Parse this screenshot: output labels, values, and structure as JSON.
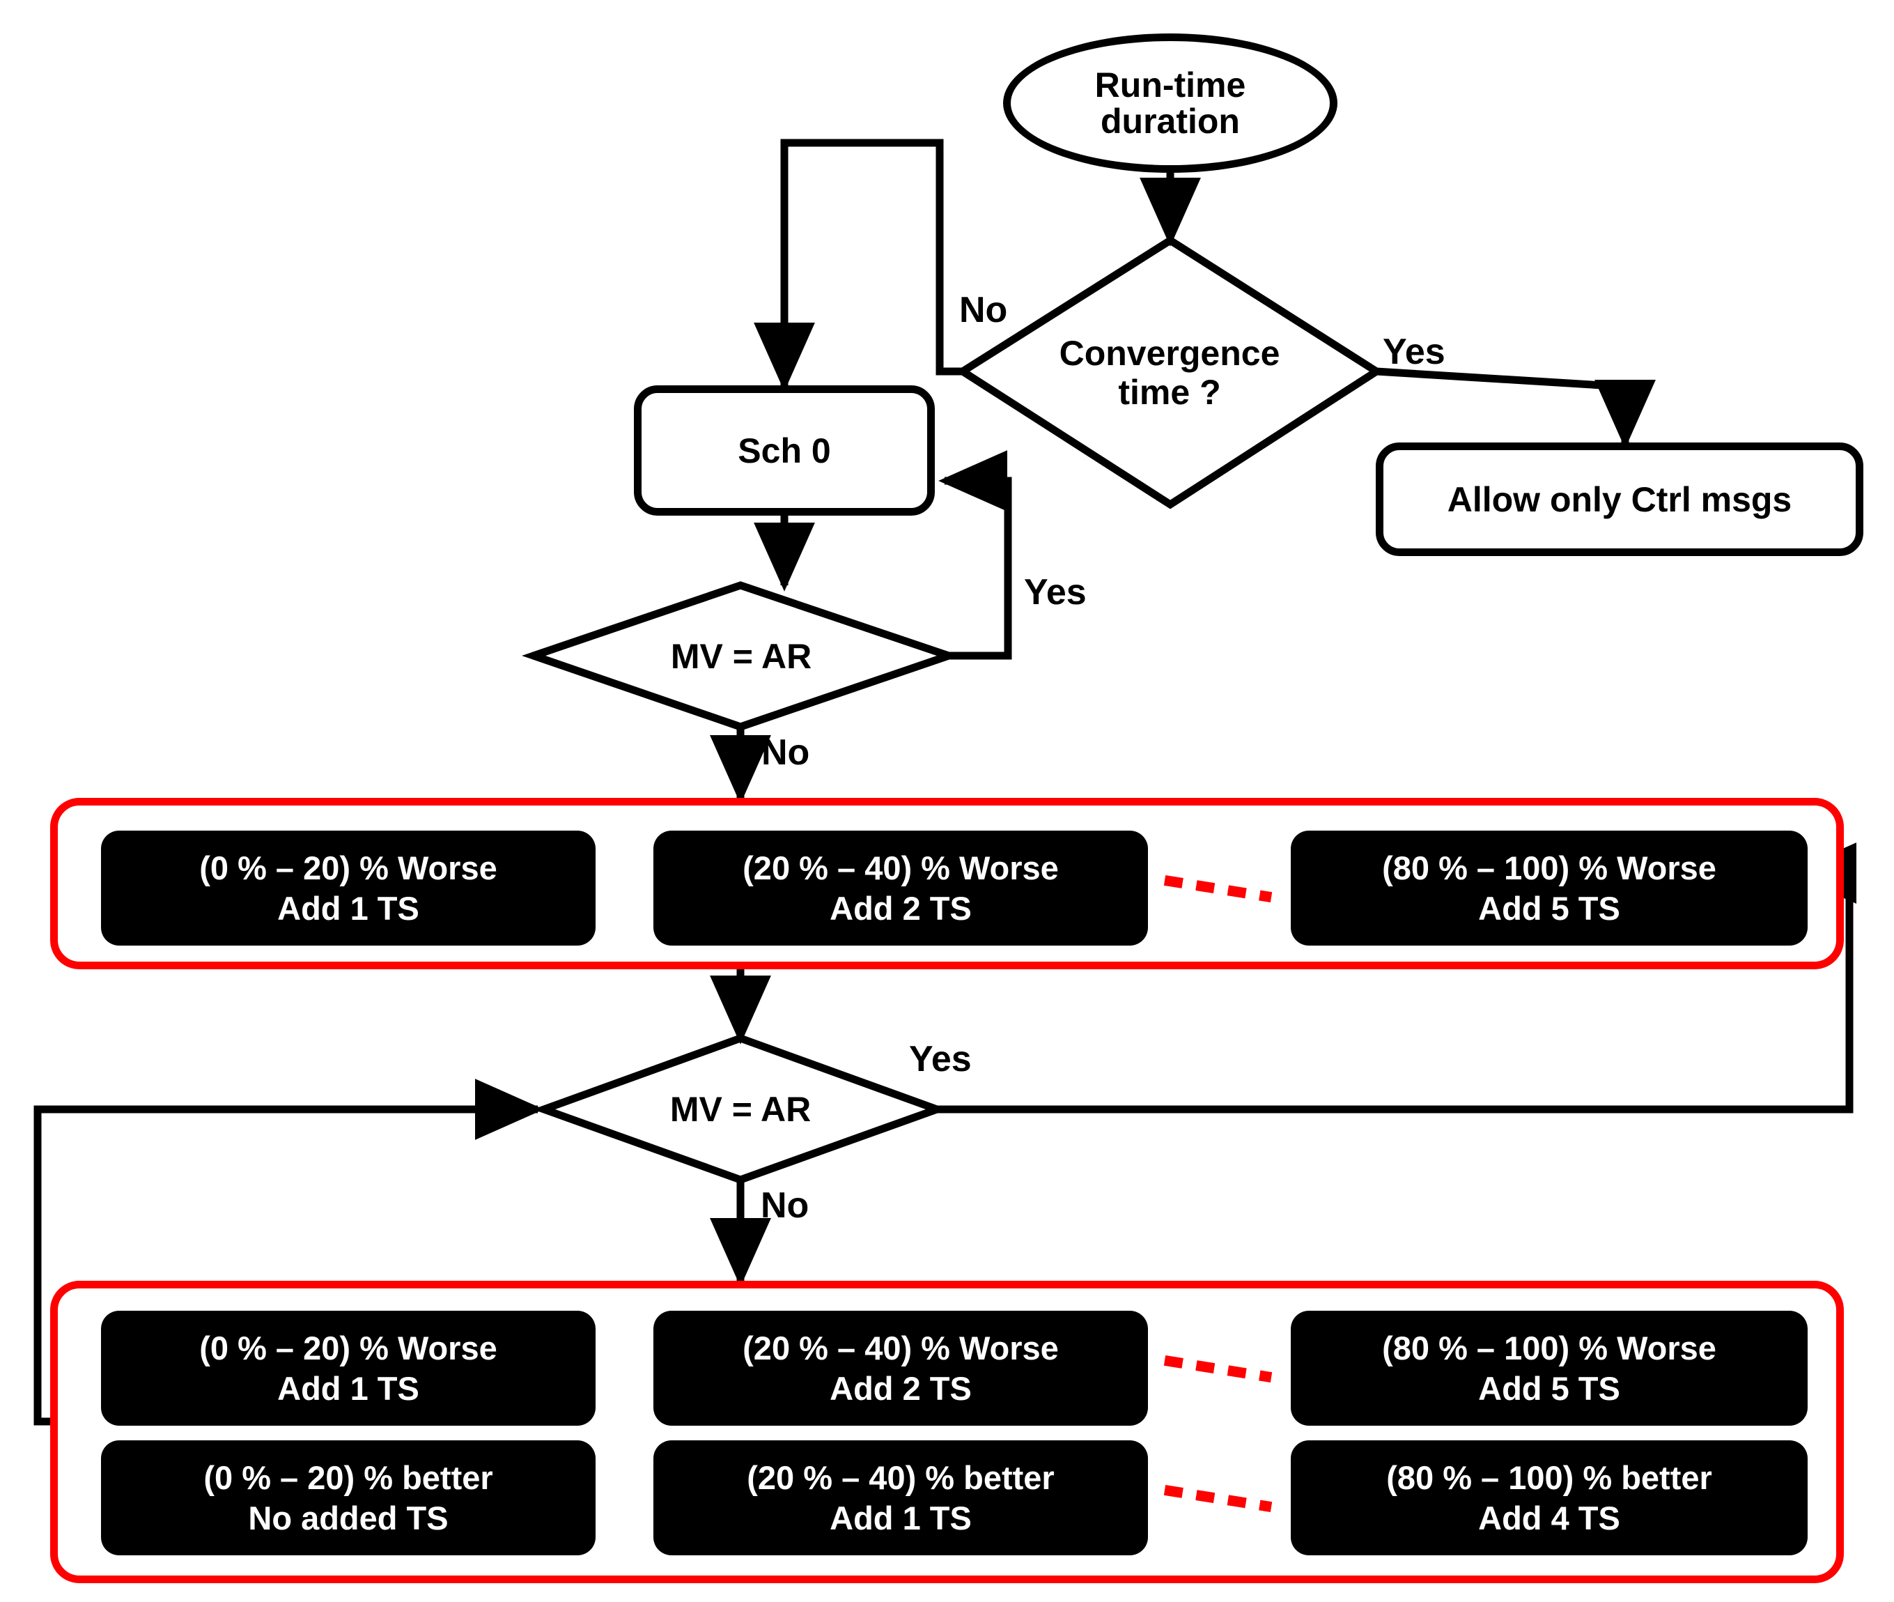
{
  "diagram": {
    "title": "Run-time scheduling adaptation flowchart",
    "colors": {
      "stroke": "#000000",
      "group_border": "#ff0000",
      "tile_fill": "#000000",
      "tile_text": "#ffffff",
      "background": "#ffffff"
    }
  },
  "nodes": {
    "start": {
      "label": "Run-time\nduration",
      "line1": "Run-time",
      "line2": "duration",
      "shape": "ellipse"
    },
    "convergence": {
      "line1": "Convergence",
      "line2": "time ?",
      "shape": "diamond"
    },
    "sch0": {
      "label": "Sch 0",
      "shape": "process"
    },
    "allow_ctrl": {
      "label": "Allow only Ctrl msgs",
      "shape": "process"
    },
    "mv_ar_1": {
      "label": "MV = AR",
      "shape": "diamond"
    },
    "mv_ar_2": {
      "label": "MV = AR",
      "shape": "diamond"
    }
  },
  "edge_labels": {
    "convergence_no": "No",
    "convergence_yes": "Yes",
    "mv1_yes": "Yes",
    "mv1_no": "No",
    "mv2_yes": "Yes",
    "mv2_no": "No"
  },
  "groups": [
    {
      "id": "group-worse-only",
      "rows": [
        {
          "id": "row-worse-1",
          "tiles": [
            {
              "range": "(0 % – 20) % Worse",
              "action": "Add 1 TS"
            },
            {
              "range": "(20 % – 40) % Worse",
              "action": "Add 2 TS"
            },
            {
              "range": "(80 % – 100) % Worse",
              "action": "Add 5 TS"
            }
          ],
          "ellipsis_between": [
            1,
            2
          ]
        }
      ]
    },
    {
      "id": "group-worse-better",
      "rows": [
        {
          "id": "row-worse-2",
          "tiles": [
            {
              "range": "(0 % – 20) % Worse",
              "action": "Add 1 TS"
            },
            {
              "range": "(20 % – 40) % Worse",
              "action": "Add 2 TS"
            },
            {
              "range": "(80 % – 100) % Worse",
              "action": "Add 5 TS"
            }
          ],
          "ellipsis_between": [
            1,
            2
          ]
        },
        {
          "id": "row-better",
          "tiles": [
            {
              "range": "(0 % – 20) % better",
              "action": "No added TS"
            },
            {
              "range": "(20 % – 40) % better",
              "action": "Add 1 TS"
            },
            {
              "range": "(80 % – 100) % better",
              "action": "Add 4 TS"
            }
          ],
          "ellipsis_between": [
            1,
            2
          ]
        }
      ]
    }
  ]
}
